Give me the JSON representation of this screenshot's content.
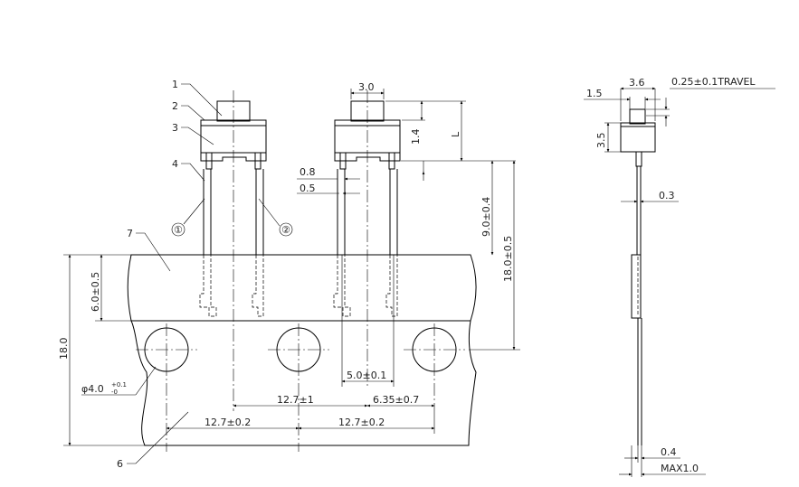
{
  "callouts": {
    "part1": "1",
    "part2": "2",
    "part3": "3",
    "part4": "4",
    "part6": "6",
    "part7": "7",
    "pin1": "①",
    "pin2": "②"
  },
  "front_view": {
    "actuator_width": "3.0",
    "travel_above": "1.4",
    "overall_label": "L",
    "pin_width_upper": "0.8",
    "pin_width_lower": "0.5",
    "lead_length": "9.0±0.4",
    "overall_to_hole": "18.0±0.5"
  },
  "tape": {
    "tape_height": "18.0",
    "tape_band": "6.0±0.5",
    "hole_diameter_main": "φ4.0",
    "hole_diameter_tol_upper": "+0.1",
    "hole_diameter_tol_lower": "-0",
    "pin_pitch": "5.0±0.1",
    "component_pitch": "12.7±1",
    "hole_offset": "6.35±0.7",
    "hole_pitch_left": "12.7±0.2",
    "hole_pitch_right": "12.7±0.2"
  },
  "side_view": {
    "actuator_width": "3.6",
    "offset": "1.5",
    "travel": "0.25±0.1TRAVEL",
    "body_height": "3.5",
    "lead_thickness": "0.3",
    "tape_thickness": "0.4",
    "max_thickness": "MAX1.0"
  }
}
